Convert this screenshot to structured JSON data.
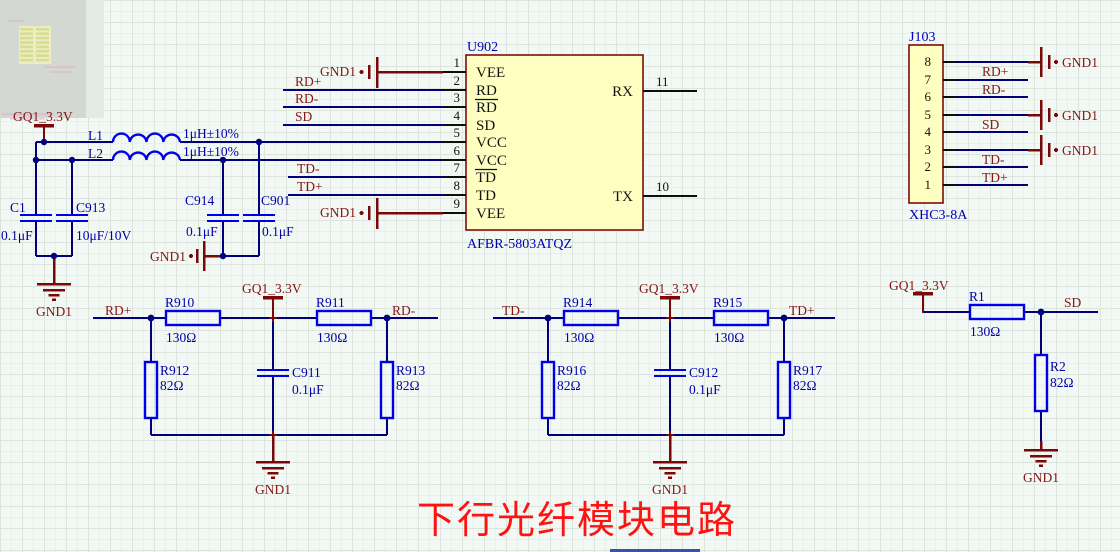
{
  "labels": {
    "vcc": "GQ1_3.3V",
    "gnd": "GND1"
  },
  "title": {
    "text": "下行光纤模块电路"
  },
  "colors": {
    "wire": "#00007d",
    "component": "#0000e8",
    "net_text": "#841616",
    "power_symbol": "#7a0808",
    "part_body": "#ffffc2",
    "title_red": "#ff1212",
    "blue_text": "#0000a8"
  },
  "lc_filter": {
    "l1": {
      "ref": "L1",
      "value": "1μH±10%"
    },
    "l2": {
      "ref": "L2",
      "value": "1μH±10%"
    },
    "c1": {
      "ref": "C1",
      "value": "0.1μF"
    },
    "c913": {
      "ref": "C913",
      "value": "10μF/10V"
    },
    "c914": {
      "ref": "C914",
      "value": "0.1μF"
    },
    "c901": {
      "ref": "C901",
      "value": "0.1μF"
    }
  },
  "u902": {
    "refdes": "U902",
    "part": "AFBR-5803ATQZ",
    "pin_numbers": {
      "p1": "1",
      "p2": "2",
      "p3": "3",
      "p4": "4",
      "p5": "5",
      "p6": "6",
      "p7": "7",
      "p8": "8",
      "p9": "9",
      "rx": "11",
      "tx": "10"
    },
    "pin_names": {
      "p1": "VEE",
      "p2": "RD",
      "p3": "RD",
      "p4": "SD",
      "p5": "VCC",
      "p6": "VCC",
      "p7": "TD",
      "p8": "TD",
      "p9": "VEE",
      "rx": "RX",
      "tx": "TX"
    },
    "nets": {
      "p2": "RD+",
      "p3": "RD-",
      "p4": "SD",
      "p7": "TD-",
      "p8": "TD+"
    }
  },
  "j103": {
    "refdes": "J103",
    "part": "XHC3-8A",
    "pin_numbers": [
      "8",
      "7",
      "6",
      "5",
      "4",
      "3",
      "2",
      "1"
    ],
    "nets": {
      "pin7": "RD+",
      "pin6": "RD-",
      "pin4": "SD",
      "pin2": "TD-",
      "pin1": "TD+"
    }
  },
  "rd_network": {
    "in": "RD+",
    "out": "RD-",
    "r910": {
      "ref": "R910",
      "value": "130Ω"
    },
    "r911": {
      "ref": "R911",
      "value": "130Ω"
    },
    "r912": {
      "ref": "R912",
      "value": "82Ω"
    },
    "r913": {
      "ref": "R913",
      "value": "82Ω"
    },
    "c911": {
      "ref": "C911",
      "value": "0.1μF"
    }
  },
  "td_network": {
    "in": "TD-",
    "out": "TD+",
    "r914": {
      "ref": "R914",
      "value": "130Ω"
    },
    "r915": {
      "ref": "R915",
      "value": "130Ω"
    },
    "r916": {
      "ref": "R916",
      "value": "82Ω"
    },
    "r917": {
      "ref": "R917",
      "value": "82Ω"
    },
    "c912": {
      "ref": "C912",
      "value": "0.1μF"
    }
  },
  "sd_network": {
    "net": "SD",
    "r1": {
      "ref": "R1",
      "value": "130Ω"
    },
    "r2": {
      "ref": "R2",
      "value": "82Ω"
    }
  }
}
